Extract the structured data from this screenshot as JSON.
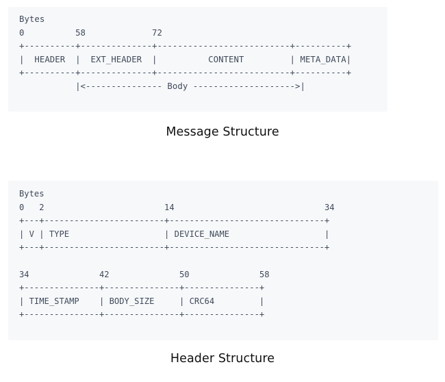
{
  "document": {
    "background_color": "#ffffff",
    "code_background_color": "#f7f8fa",
    "code_text_color": "#3f4a5a",
    "caption_text_color": "#0f0f0f"
  },
  "figures": [
    {
      "id": "message-structure",
      "caption": "Message Structure",
      "units_label": "Bytes",
      "byte_offsets": [
        "0",
        "58",
        "72"
      ],
      "fields": [
        "HEADER",
        "EXT_HEADER",
        "CONTENT",
        "META_DATA"
      ],
      "annotation": "Body",
      "ascii": "Bytes\n0          58             72\n+----------+--------------+--------------------------+----------+\n|  HEADER  |  EXT_HEADER  |          CONTENT         | META_DATA|\n+----------+--------------+--------------------------+----------+\n           |<--------------- Body -------------------->|"
    },
    {
      "id": "header-structure",
      "caption": "Header Structure",
      "units_label": "Bytes",
      "byte_offsets_row1": [
        "0",
        "2",
        "14",
        "34"
      ],
      "byte_offsets_row2": [
        "34",
        "42",
        "50",
        "58"
      ],
      "fields_row1": [
        "V",
        "TYPE",
        "DEVICE_NAME"
      ],
      "fields_row2": [
        "TIME_STAMP",
        "BODY_SIZE",
        "CRC64"
      ],
      "ascii": "Bytes\n0   2                        14                              34\n+---+------------------------+-------------------------------+\n| V | TYPE                   | DEVICE_NAME                   |\n+---+------------------------+-------------------------------+\n\n34              42              50              58\n+---------------+---------------+---------------+\n| TIME_STAMP    | BODY_SIZE     | CRC64         |\n+---------------+---------------+---------------+"
    }
  ]
}
